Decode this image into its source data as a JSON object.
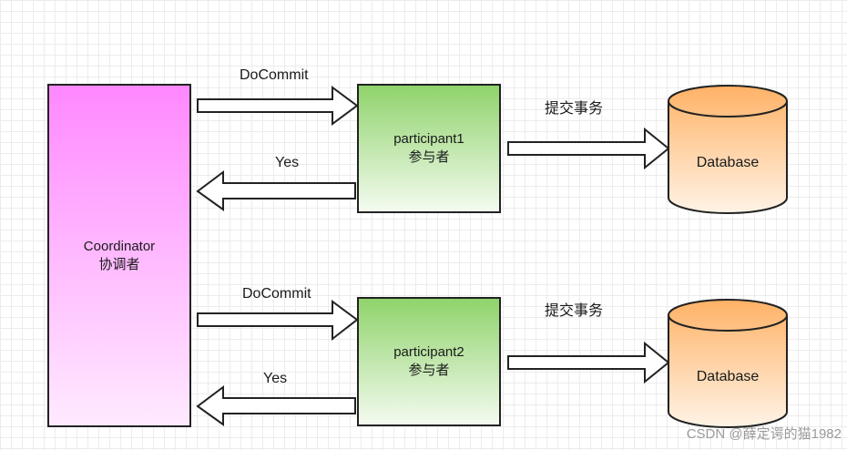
{
  "coordinator": {
    "line1": "Coordinator",
    "line2": "协调者"
  },
  "participants": [
    {
      "line1": "participant1",
      "line2": "参与者"
    },
    {
      "line1": "participant2",
      "line2": "参与者"
    }
  ],
  "messages": {
    "docommit_1": "DoCommit",
    "yes_1": "Yes",
    "docommit_2": "DoCommit",
    "yes_2": "Yes",
    "commit_tx_1": "提交事务",
    "commit_tx_2": "提交事务"
  },
  "databases": [
    {
      "label": "Database"
    },
    {
      "label": "Database"
    }
  ],
  "watermark": "CSDN @薛定谔的猫1982",
  "colors": {
    "coordinator_top": "#ff88ff",
    "coordinator_bottom": "#ffeaff",
    "participant_top": "#8fd36b",
    "participant_bottom": "#f4fbf0",
    "database_top": "#ffb266",
    "database_bottom": "#fff3e6",
    "stroke": "#222222"
  }
}
